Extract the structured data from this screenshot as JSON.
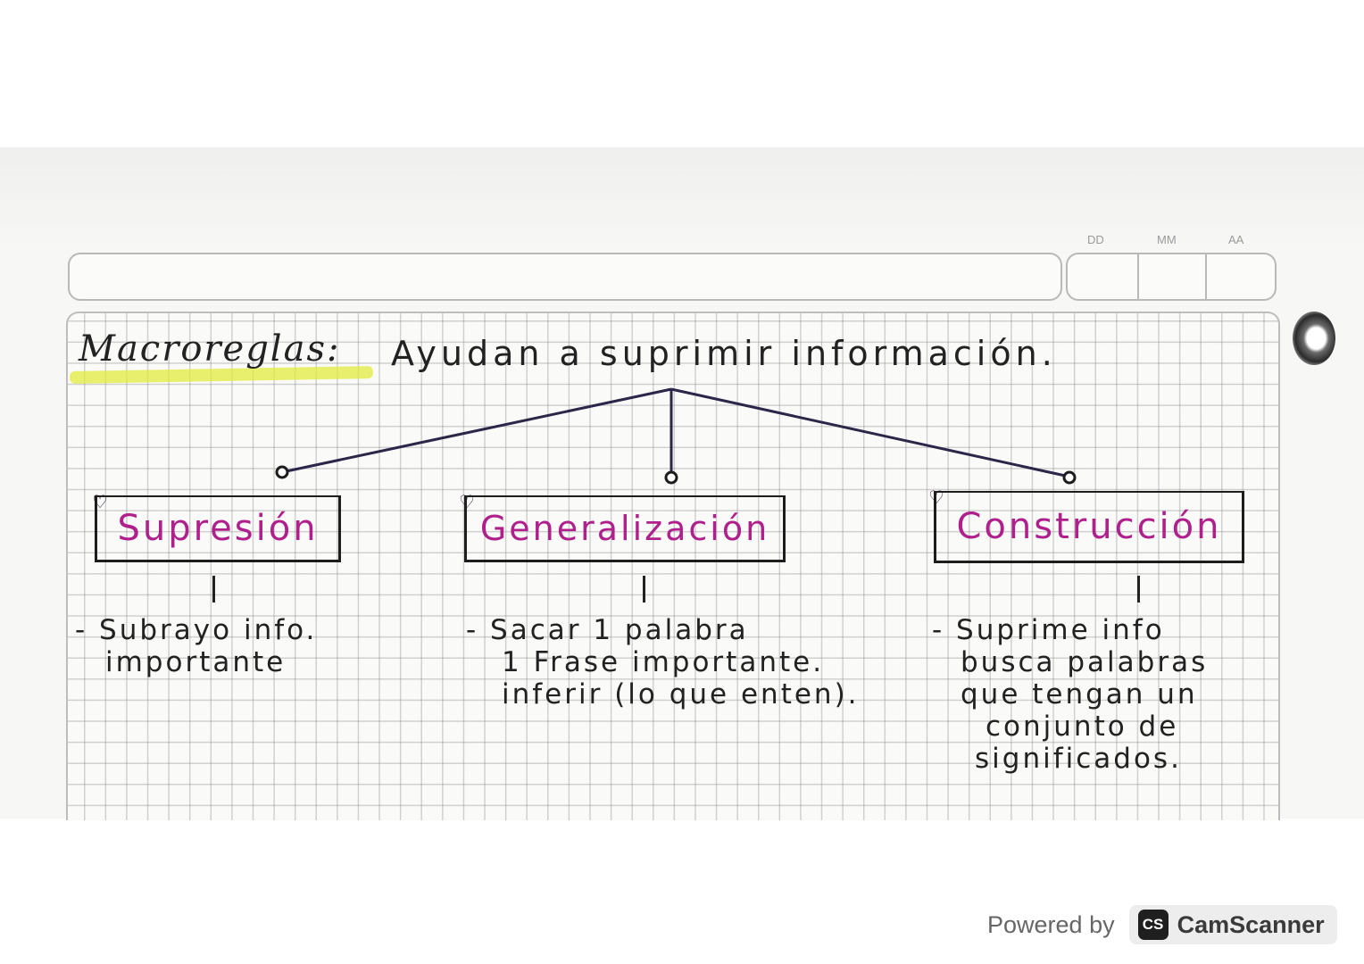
{
  "date_header": {
    "labels": [
      "DD",
      "MM",
      "AA"
    ]
  },
  "title": {
    "term": "Macroreglas:",
    "definition": "Ayudan a suprimir información."
  },
  "branches": [
    {
      "heading": "Supresión",
      "lines": [
        "- Subrayo info.",
        "importante"
      ]
    },
    {
      "heading": "Generalización",
      "lines": [
        "- Sacar 1 palabra",
        "1 Frase importante.",
        "inferir (lo que enten)."
      ]
    },
    {
      "heading": "Construcción",
      "lines": [
        "- Suprime info",
        "busca palabras",
        "que tengan un",
        "conjunto de",
        "significados."
      ]
    }
  ],
  "watermark": {
    "prefix": "Powered by",
    "badge": "CS",
    "name": "CamScanner"
  },
  "colors": {
    "ink": "#222222",
    "accent_pink": "#b0208c",
    "highlight": "#e1eb3c"
  }
}
